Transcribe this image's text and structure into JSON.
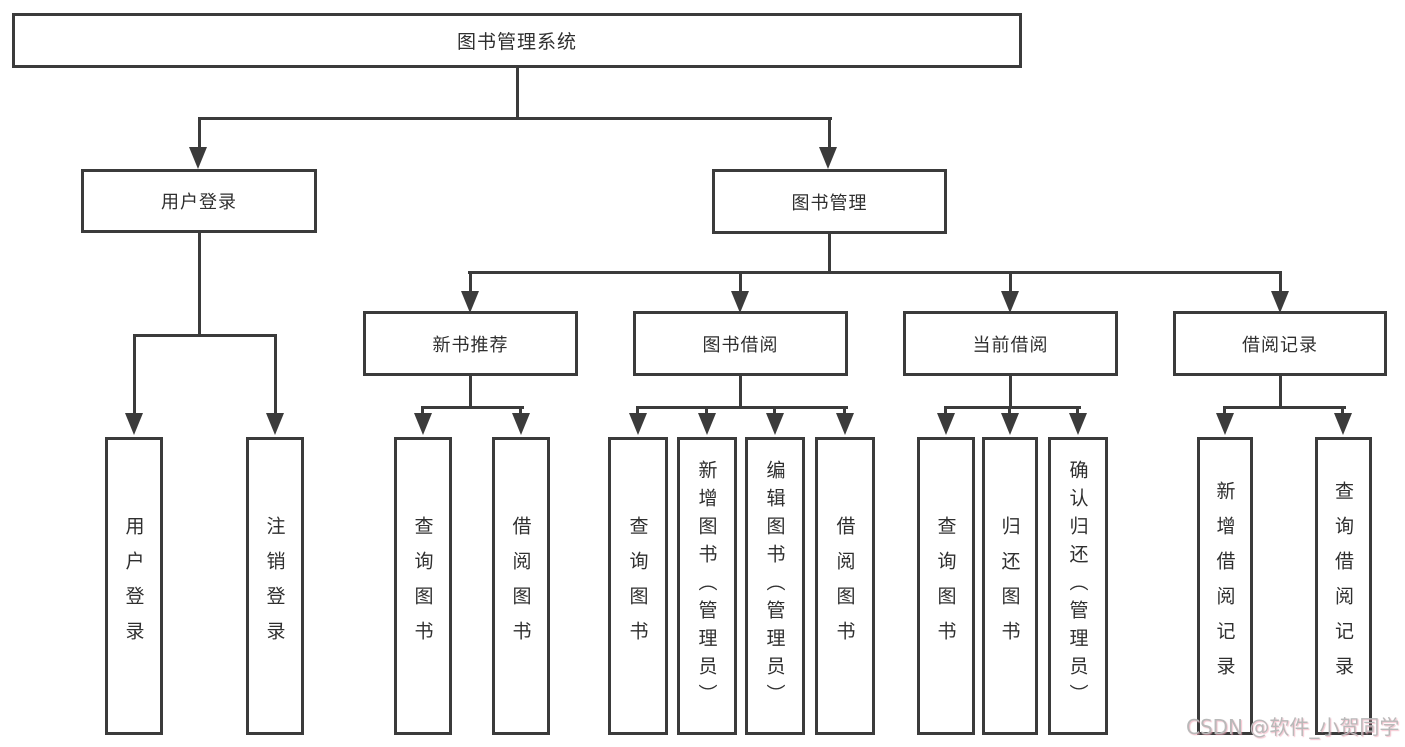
{
  "diagram": {
    "title": "图书管理系统",
    "level2": {
      "user_login": "用户登录",
      "book_mgmt": "图书管理"
    },
    "level3": {
      "new_books": "新书推荐",
      "book_borrow": "图书借阅",
      "current_borrow": "当前借阅",
      "borrow_records": "借阅记录"
    },
    "leaves": {
      "user_login": "用户登录",
      "logout": "注销登录",
      "nb_query": "查询图书",
      "nb_borrow": "借阅图书",
      "bb_query": "查询图书",
      "bb_add": "新增图书（管理员）",
      "bb_edit": "编辑图书（管理员）",
      "bb_borrow": "借阅图书",
      "cb_query": "查询图书",
      "cb_return": "归还图书",
      "cb_confirm": "确认归还（管理员）",
      "br_add": "新增借阅记录",
      "br_query": "查询借阅记录"
    },
    "watermark": "CSDN @软件_小贺同学"
  },
  "colors": {
    "line": "#3b3b3b",
    "text": "#2f2f2f",
    "background": "#ffffff",
    "watermark": "#b9b9b9"
  }
}
